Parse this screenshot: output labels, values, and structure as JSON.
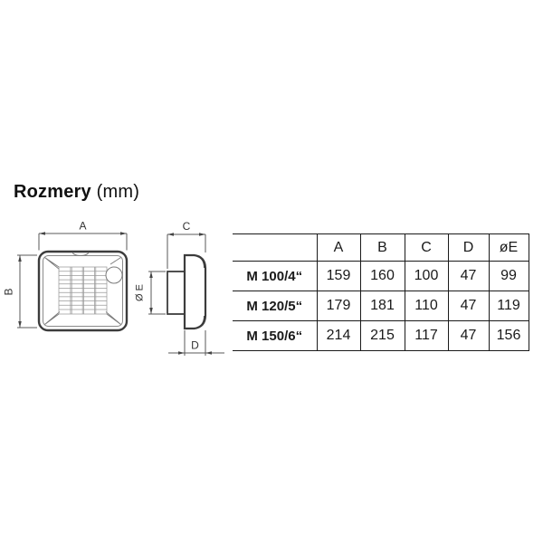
{
  "title": {
    "main": "Rozmery",
    "unit": "(mm)"
  },
  "diagram": {
    "front_view": {
      "width_label": "A",
      "height_label": "B"
    },
    "side_view": {
      "depth_label": "C",
      "panel_label": "D",
      "diameter_label": "Ø E"
    }
  },
  "table": {
    "columns": [
      "",
      "A",
      "B",
      "C",
      "D",
      "øE"
    ],
    "rows": [
      {
        "label": "M 100/4“",
        "values": [
          "159",
          "160",
          "100",
          "47",
          "99"
        ]
      },
      {
        "label": "M 120/5“",
        "values": [
          "179",
          "181",
          "110",
          "47",
          "119"
        ]
      },
      {
        "label": "M 150/6“",
        "values": [
          "214",
          "215",
          "117",
          "47",
          "156"
        ]
      }
    ]
  },
  "colors": {
    "outline": "#3c3c3c",
    "dimension_line": "#5a5a5a",
    "text": "#1a1a1a",
    "background": "#ffffff"
  }
}
